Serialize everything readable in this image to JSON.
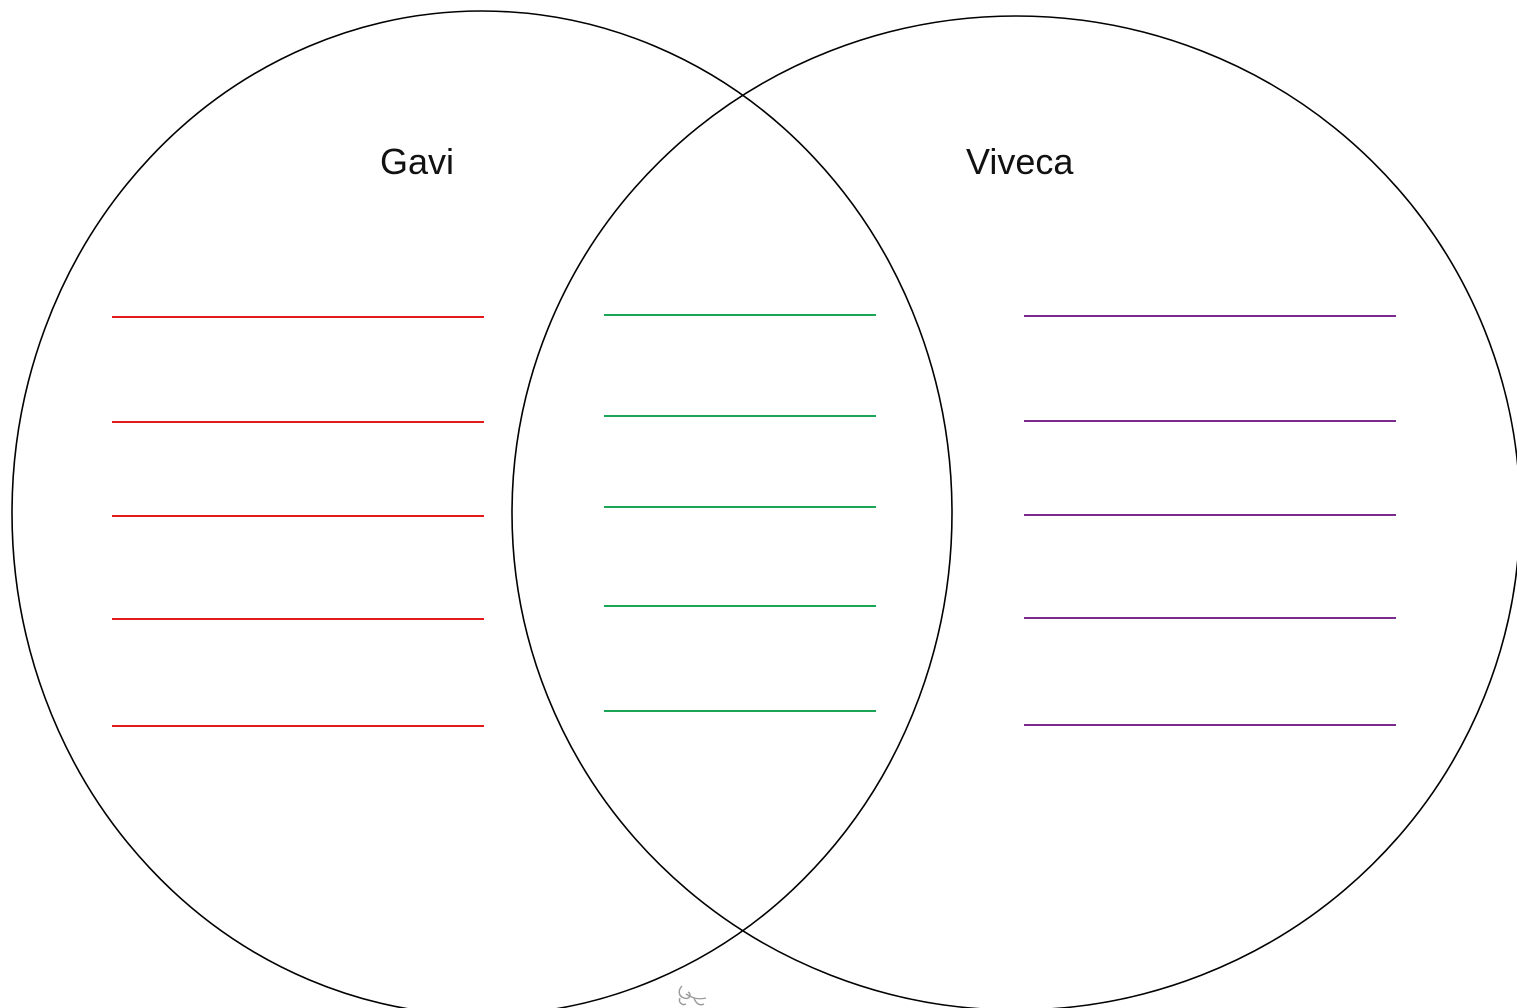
{
  "diagram": {
    "type": "venn",
    "sets": [
      {
        "label": "Gavi",
        "line_color": "#e31a1c",
        "blank_lines": 5
      },
      {
        "label": "Viveca",
        "line_color": "#7b2a8f",
        "blank_lines": 5
      }
    ],
    "intersection": {
      "line_color": "#1aa654",
      "blank_lines": 5
    },
    "outline_color": "#000000",
    "decoration_icon": "flourish-ornament-icon"
  }
}
